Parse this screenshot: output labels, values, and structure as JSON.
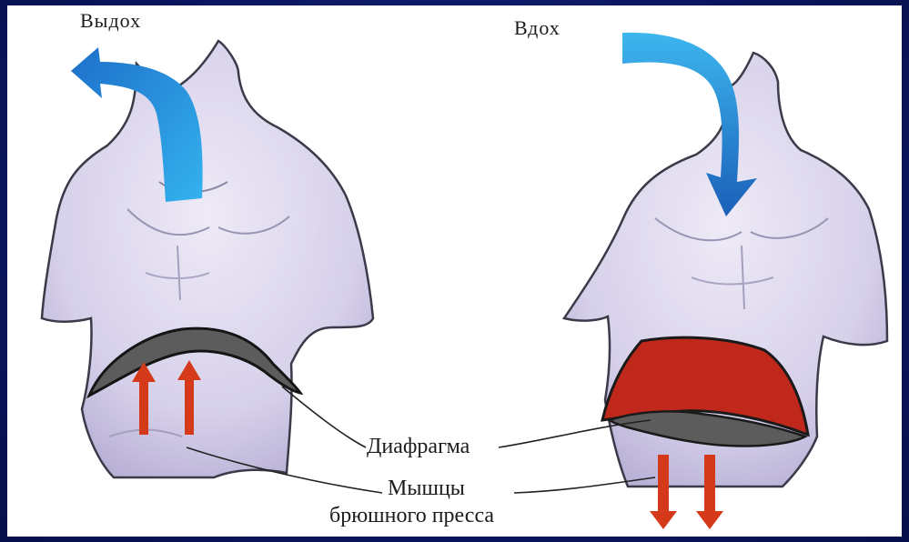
{
  "labels": {
    "exhale": "Выдох",
    "inhale": "Вдох",
    "diaphragm": "Диафрагма",
    "muscles_line1": "Мышцы",
    "muscles_line2": "брюшного пресса"
  },
  "colors": {
    "background": "#0b1560",
    "body_skin": "#d9d4ec",
    "diaphragm_relaxed": "#5a5a5a",
    "diaphragm_contracted": "#c0281c",
    "air_flow_arrow": "#2e8fd8",
    "muscle_arrow": "#d43a1a"
  }
}
